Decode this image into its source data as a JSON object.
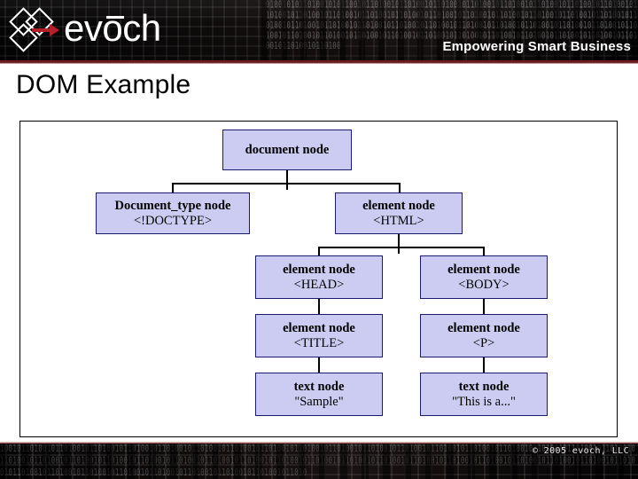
{
  "header": {
    "logo_text": "evoch",
    "logo_icon": "evoch-diamonds-arrow-logo",
    "tagline": "Empowering Smart Business",
    "binary_texture": "01001010110100101011001011010010110100101101001011010010110100101101001011010010110100101101001011010010110100101101001011010010110100101101001011010010110100101101001011010010110100101101001011010010110100101101001011010010110100101101001011010010110100101101001011010010110100101101001011010010110100101101001011010010110100101101001011010010110100101101001011010010110100"
  },
  "slide": {
    "title": "DOM Example"
  },
  "tree": {
    "nodes": [
      {
        "id": "document",
        "line1": "document node",
        "line2": ""
      },
      {
        "id": "doctype",
        "line1": "Document_type node",
        "line2": "<!DOCTYPE>"
      },
      {
        "id": "html",
        "line1": "element node",
        "line2": "<HTML>"
      },
      {
        "id": "head",
        "line1": "element node",
        "line2": "<HEAD>"
      },
      {
        "id": "body",
        "line1": "element node",
        "line2": "<BODY>"
      },
      {
        "id": "title",
        "line1": "element node",
        "line2": "<TITLE>"
      },
      {
        "id": "p",
        "line1": "element node",
        "line2": "<P>"
      },
      {
        "id": "text-sample",
        "line1": "text node",
        "line2": "\"Sample\""
      },
      {
        "id": "text-this-is",
        "line1": "text node",
        "line2": "\"This is a...\""
      }
    ],
    "node_fill": "#ccccf2",
    "node_border": "#1a1a6e",
    "connector_color": "#000000"
  },
  "footer": {
    "copyright": "© 2005  evoch, LLC",
    "binary_texture": "1001011010010110100101101001011010010110100101101001011010010110100101101001011010010110100101101001011010010110100101101001011010010110100101101001011010010110100101101001011010010110100101101001011010010110100101101001011010010110100101101001011010010110100101101001011010010110100101101001011010010110100101101001011010010110100101101001011010010110100101101001011010"
  }
}
